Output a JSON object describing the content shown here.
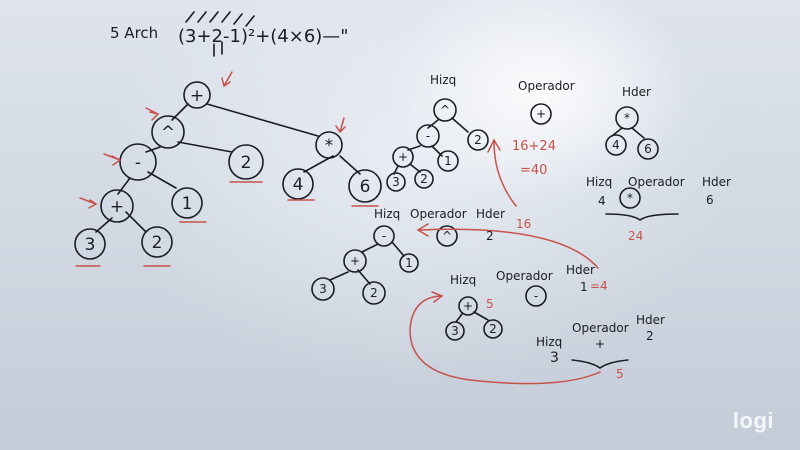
{
  "board": {
    "title_prefix": "5 Arch",
    "expression": "(3+2-1)²+(4×6)—\"",
    "logo": "logi",
    "colors": {
      "board": "#d7dde6",
      "ink": "#1a1d22",
      "red_ink": "#c8514a",
      "logo": "#f4f6f9"
    }
  },
  "main_tree": {
    "root": "+",
    "pow": "^",
    "minus": "-",
    "two_exp": "2",
    "plus": "+",
    "one": "1",
    "three": "3",
    "two": "2",
    "mult": "*",
    "four": "4",
    "six": "6"
  },
  "right_top": {
    "hizq_label": "Hizq",
    "operador_label": "Operador",
    "hder_label": "Hder",
    "op_plus": "+",
    "mini_pow": "^",
    "mini_minus": "-",
    "mini_two": "2",
    "mini_plus": "+",
    "mini_one": "1",
    "mini_three": "3",
    "mini_twob": "2",
    "calc1": "16+24",
    "calc2": "=40",
    "hder_mult": "*",
    "hder_four": "4",
    "hder_six": "6"
  },
  "right_mid": {
    "hizq_label": "Hizq",
    "operador_label": "Operador",
    "hder_label": "Hder",
    "left": "4",
    "op": "*",
    "right": "6",
    "result": "24"
  },
  "middle": {
    "hizq_label": "Hizq",
    "operador_label": "Operador",
    "hder_label": "Hder",
    "op": "^",
    "right": "2",
    "red_value": "16",
    "tree_minus": "-",
    "tree_plus": "+",
    "tree_one": "1",
    "tree_three": "3",
    "tree_two": "2"
  },
  "lower": {
    "hizq_label": "Hizq",
    "operador_label": "Operador",
    "hder_label": "Hder",
    "op": "-",
    "right": "1",
    "red_eq": "=4",
    "tree_plus": "+",
    "tree_three": "3",
    "tree_two": "2",
    "red_five": "5"
  },
  "bottom": {
    "hizq_label": "Hizq",
    "operador_label": "Operador",
    "hder_label": "Hder",
    "left": "3",
    "op": "+",
    "right": "2",
    "result": "5"
  }
}
